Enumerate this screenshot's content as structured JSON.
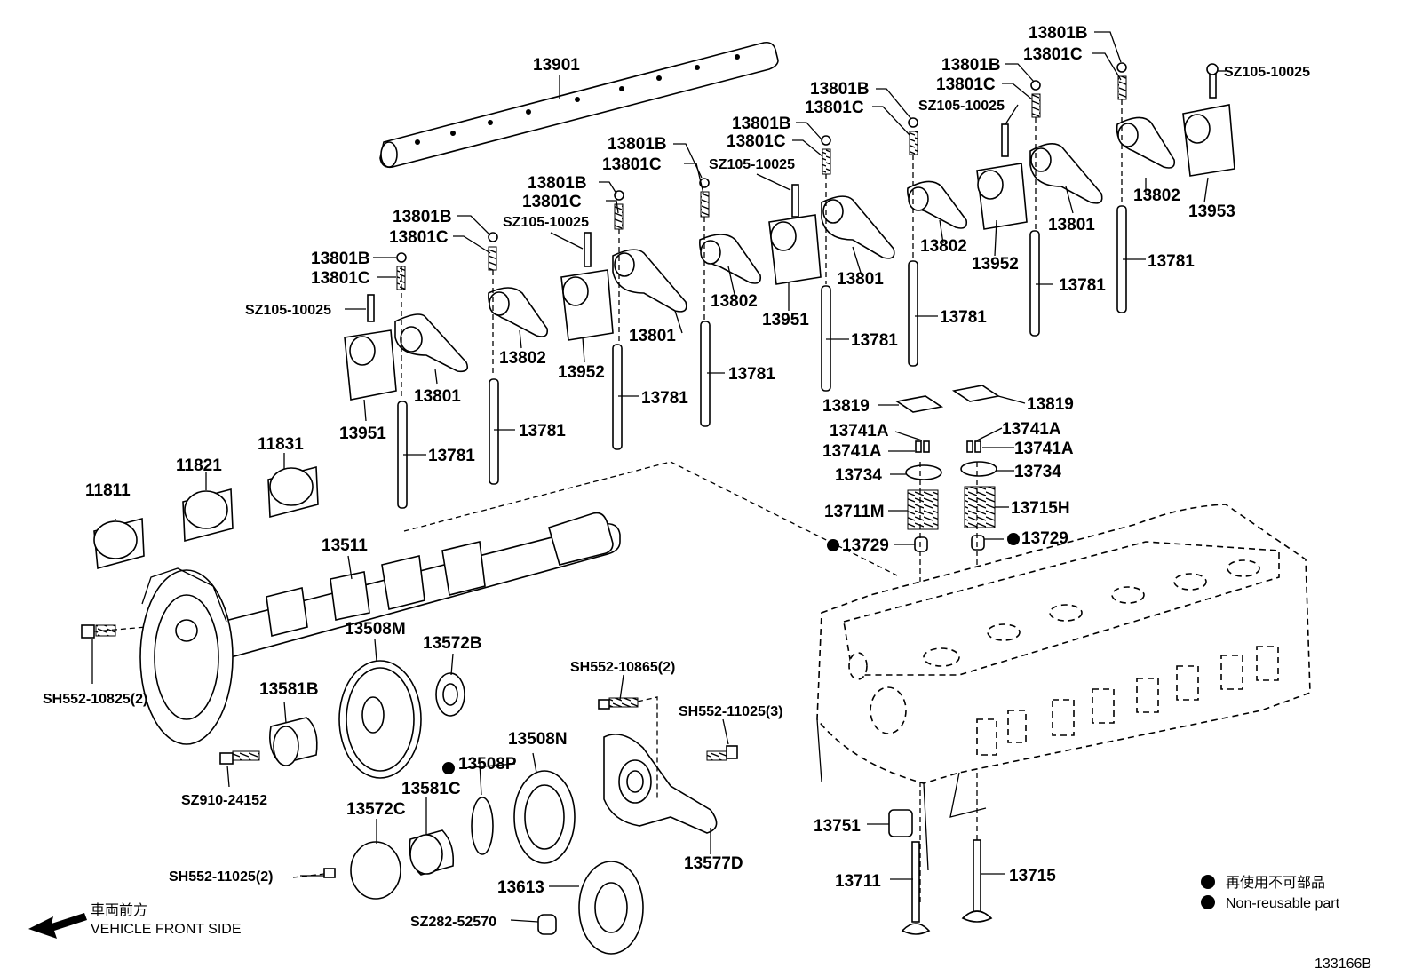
{
  "diagram_id": "133166B",
  "vehicle_front": {
    "line1": "車両前方",
    "line2": "VEHICLE FRONT SIDE"
  },
  "legend": {
    "jp": "再使用不可部品",
    "en": "Non-reusable part"
  },
  "labels": {
    "p13901": "13901",
    "p13801B": "13801B",
    "p13801C": "13801C",
    "sz105": "SZ105-10025",
    "p13802": "13802",
    "p13801": "13801",
    "p13951": "13951",
    "p13952": "13952",
    "p13953": "13953",
    "p13781": "13781",
    "p13819": "13819",
    "p13741A": "13741A",
    "p13734": "13734",
    "p13711M": "13711M",
    "p13715H": "13715H",
    "p13729": "13729",
    "p13751": "13751",
    "p13711": "13711",
    "p13715": "13715",
    "p11811": "11811",
    "p11821": "11821",
    "p11831": "11831",
    "p13511": "13511",
    "p13508M": "13508M",
    "p13572B": "13572B",
    "p13581B": "13581B",
    "p13508N": "13508N",
    "p13508P": "13508P",
    "p13581C": "13581C",
    "p13572C": "13572C",
    "p13613": "13613",
    "p13577D": "13577D",
    "sh552_10825": "SH552-10825(2)",
    "sh552_10865": "SH552-10865(2)",
    "sh552_11025_3": "SH552-11025(3)",
    "sh552_11025_2": "SH552-11025(2)",
    "sz910": "SZ910-24152",
    "sz282": "SZ282-52570"
  }
}
